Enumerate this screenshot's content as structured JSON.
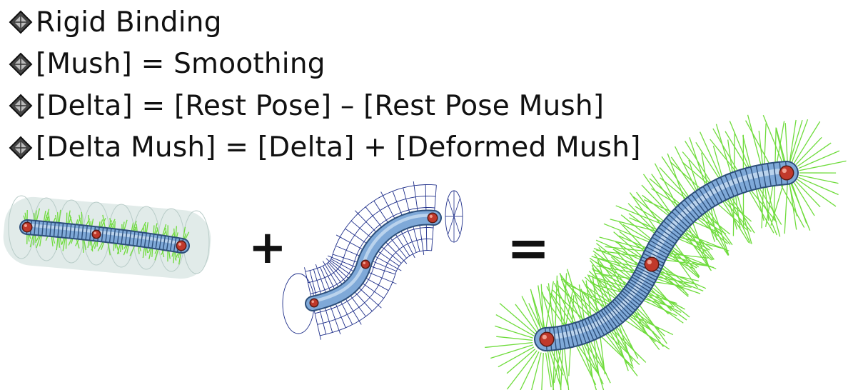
{
  "bullets": [
    "Rigid Binding",
    "[Mush] = Smoothing",
    "[Delta] = [Rest Pose] – [Rest Pose Mush]",
    "[Delta Mush] = [Delta] + [Deformed Mush]"
  ],
  "operators": {
    "plus": "+",
    "equals": "="
  },
  "icons": {
    "bullet": "diamond-bullet-icon"
  },
  "colors": {
    "tube": "#7fa9d8",
    "tube_dark": "#2d4f7a",
    "hair": "#6fdc3c",
    "wire": "#1f2f8a",
    "joint": "#c0392b",
    "halo": "#d4e3e0"
  }
}
